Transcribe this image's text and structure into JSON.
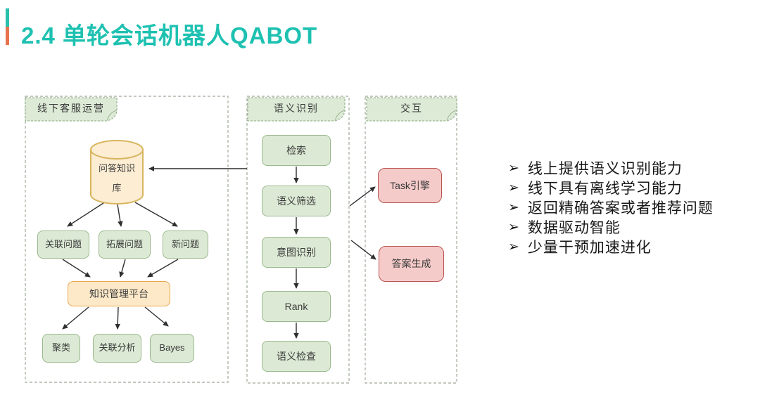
{
  "slide": {
    "title": "2.4 单轮会话机器人QABOT"
  },
  "colors": {
    "title_teal": "#1ec1b1",
    "accent_bar_top": "#29bfae",
    "accent_bar_bottom": "#e7734e",
    "green_fill": "#dcead5",
    "green_stroke": "#9ab88d",
    "orange_fill": "#fde9c8",
    "orange_stroke": "#eaa64c",
    "cylinder_fill": "#fcedd3",
    "cylinder_stroke": "#d8b55e",
    "pink_fill": "#f5cbca",
    "pink_stroke": "#b85450",
    "container_dash_stroke": "#adb6a9",
    "tab_dash_stroke": "#9cb794",
    "arrow": "#2f2f2f"
  },
  "diagram": {
    "groups": [
      {
        "label": "线下客服运营"
      },
      {
        "label": "语义识别"
      },
      {
        "label": "交互"
      }
    ],
    "nodes": {
      "kb_line1": "问答知识",
      "kb_line2": "库",
      "related_questions": "关联问题",
      "expanded_questions": "拓展问题",
      "new_questions": "新问题",
      "knowledge_platform": "知识管理平台",
      "clustering": "聚类",
      "association_analysis": "关联分析",
      "bayes": "Bayes",
      "retrieval": "检索",
      "semantic_filter": "语义筛选",
      "intent_recognition": "意图识别",
      "rank": "Rank",
      "semantic_check": "语义检查",
      "task_engine": "Task引擎",
      "answer_generation": "答案生成"
    }
  },
  "bullets": {
    "marker": "➢",
    "items": [
      "线上提供语义识别能力",
      "线下具有离线学习能力",
      "返回精确答案或者推荐问题",
      "数据驱动智能",
      "少量干预加速进化"
    ]
  }
}
